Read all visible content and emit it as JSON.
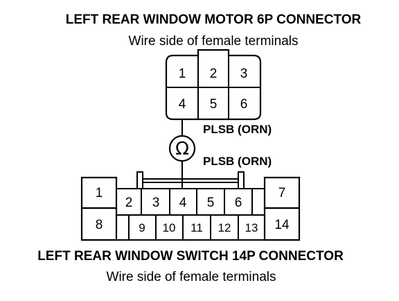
{
  "motor_connector": {
    "title": "LEFT REAR WINDOW MOTOR 6P CONNECTOR",
    "subtitle": "Wire side of female terminals",
    "terminals": [
      "1",
      "2",
      "3",
      "4",
      "5",
      "6"
    ],
    "wire_label": "PLSB (ORN)"
  },
  "ohmmeter": {
    "symbol": "Ω"
  },
  "switch_connector": {
    "title": "LEFT REAR WINDOW SWITCH 14P CONNECTOR",
    "subtitle": "Wire side of female terminals",
    "terminals": [
      "1",
      "2",
      "3",
      "4",
      "5",
      "6",
      "7",
      "8",
      "9",
      "10",
      "11",
      "12",
      "13",
      "14"
    ],
    "wire_label": "PLSB (ORN)"
  }
}
